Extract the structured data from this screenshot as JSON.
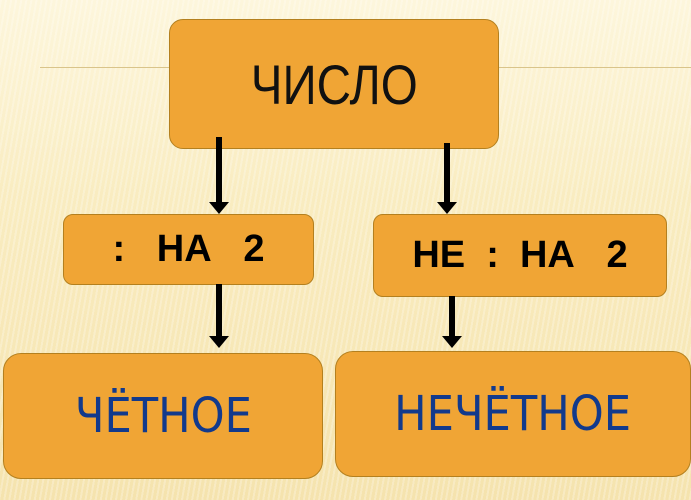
{
  "root": {
    "label": "ЧИСЛО"
  },
  "conditions": [
    {
      "label": ":   НА   2"
    },
    {
      "label": "НЕ  :  НА   2"
    }
  ],
  "results": [
    {
      "label": "ЧЁТНОЕ"
    },
    {
      "label": "НЕЧЁТНОЕ"
    }
  ],
  "colors": {
    "box": "#f0a535",
    "result_text": "#123a8c",
    "background": "#f9ecc0"
  }
}
